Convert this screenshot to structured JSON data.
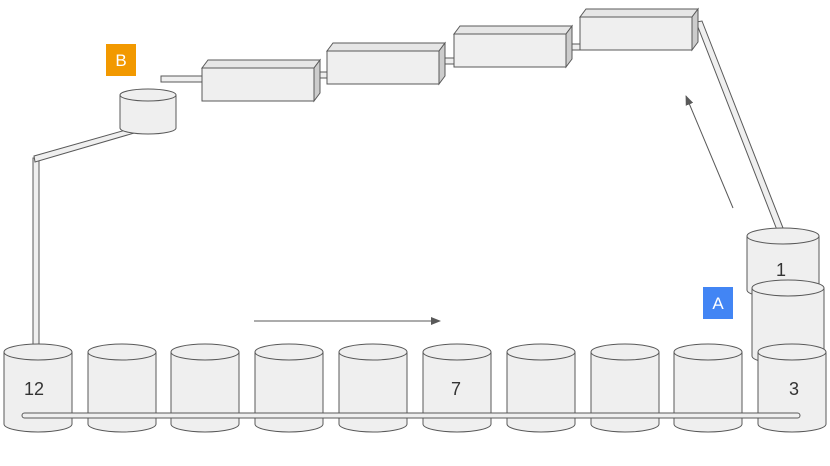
{
  "badges": {
    "a": {
      "text": "A",
      "color": "#4285f4"
    },
    "b": {
      "text": "B",
      "color": "#f29900"
    }
  },
  "cylinder_labels": {
    "first": "12",
    "seventh": "7",
    "tenth": "3",
    "stack_top": "1"
  },
  "colors": {
    "fill": "#efefef",
    "stroke": "#595959",
    "arrow": "#595959"
  }
}
